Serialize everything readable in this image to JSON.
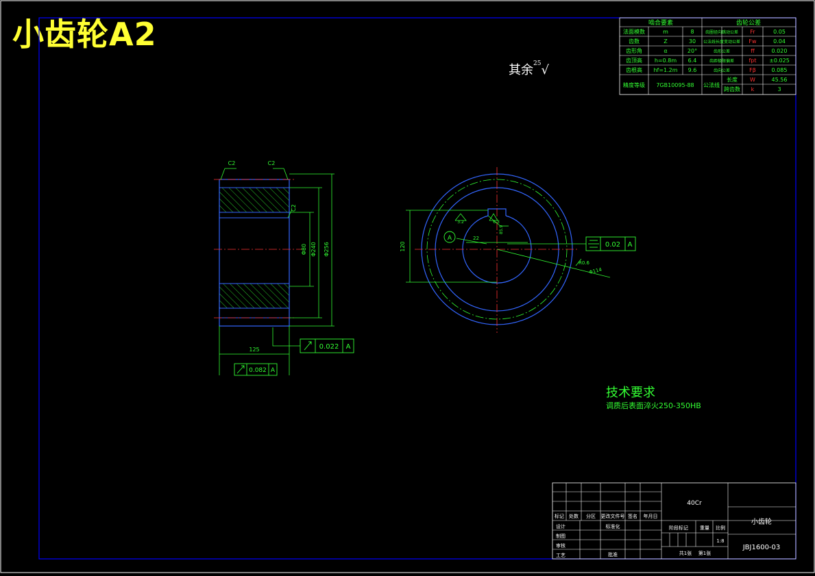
{
  "header": {
    "title": "小齿轮A2"
  },
  "roughness_note": {
    "label": "其余",
    "value": "25"
  },
  "params_table": {
    "title_left": "啮合要素",
    "title_right": "齿轮公差",
    "rows": [
      {
        "c1": "法面模数",
        "c2": "m",
        "c3": "8",
        "c4": "齿圈径向跳动公差",
        "c5": "Fr",
        "c6": "0.05"
      },
      {
        "c1": "齿数",
        "c2": "Z",
        "c3": "30",
        "c4": "公法线长度变动公差",
        "c5": "Fw",
        "c6": "0.04"
      },
      {
        "c1": "齿形角",
        "c2": "α",
        "c3": "20°",
        "c4": "齿形公差",
        "c5": "ff",
        "c6": "0.020"
      },
      {
        "c1": "齿顶高",
        "c2": "h=0.8m",
        "c3": "6.4",
        "c4": "齿距极限偏差",
        "c5": "fpt",
        "c6": "±0.025"
      },
      {
        "c1": "齿根高",
        "c2": "hf=1.2m",
        "c3": "9.6",
        "c4": "齿向公差",
        "c5": "Fβ",
        "c6": "0.085"
      }
    ],
    "accuracy_label": "精度等级",
    "accuracy_value": "7GB10095-88",
    "normal_label": "公法线",
    "length_label": "长度",
    "length_sym": "W",
    "length_value": "45.56",
    "teeth_label": "跨齿数",
    "teeth_sym": "k",
    "teeth_value": "3"
  },
  "side_view": {
    "chamfer_left": "C2",
    "chamfer_right": "C2",
    "chamfer_inner": "C2",
    "dim_bore": "Φ80",
    "dim_root": "Φ240",
    "dim_tip": "Φ256",
    "dim_width": "125",
    "tol_runout_1": "0.022",
    "tol_runout_2": "0.082",
    "datum": "A"
  },
  "front_view": {
    "keyway_depth": "85.9",
    "dim_left": "120",
    "dim_small": "22",
    "datum_label": "A",
    "sym_tol_value": "0.02",
    "sym_tol_datum": "A",
    "diam_label": "Φ114",
    "rough_small": "3.2",
    "rough_right": "6.3",
    "rough_keyway": "R0.6"
  },
  "tech_requirements": {
    "title": "技术要求",
    "item": "调质后表面淬火250-350HB"
  },
  "title_block": {
    "material": "40Cr",
    "part_name": "小齿轮",
    "drawing_no": "JBJ1600-03",
    "col_headers": [
      "标记",
      "处数",
      "分区",
      "更改文件号",
      "签名",
      "年月日"
    ],
    "rows": [
      "设计",
      "制图",
      "审核",
      "工艺"
    ],
    "standardize": "标准化",
    "approve": "批准",
    "stage_label": "阶段标记",
    "weight_label": "重量",
    "scale_label": "比例",
    "scale_value": "1:8",
    "sheets": "共1张",
    "sheet_no": "第1张"
  },
  "colors": {
    "border": "#0000ff",
    "line": "#3366ff",
    "dim": "#33ff33",
    "center": "#ff3333",
    "hatch": "#33ff33",
    "text": "#ffffff",
    "title": "#ffff33"
  }
}
